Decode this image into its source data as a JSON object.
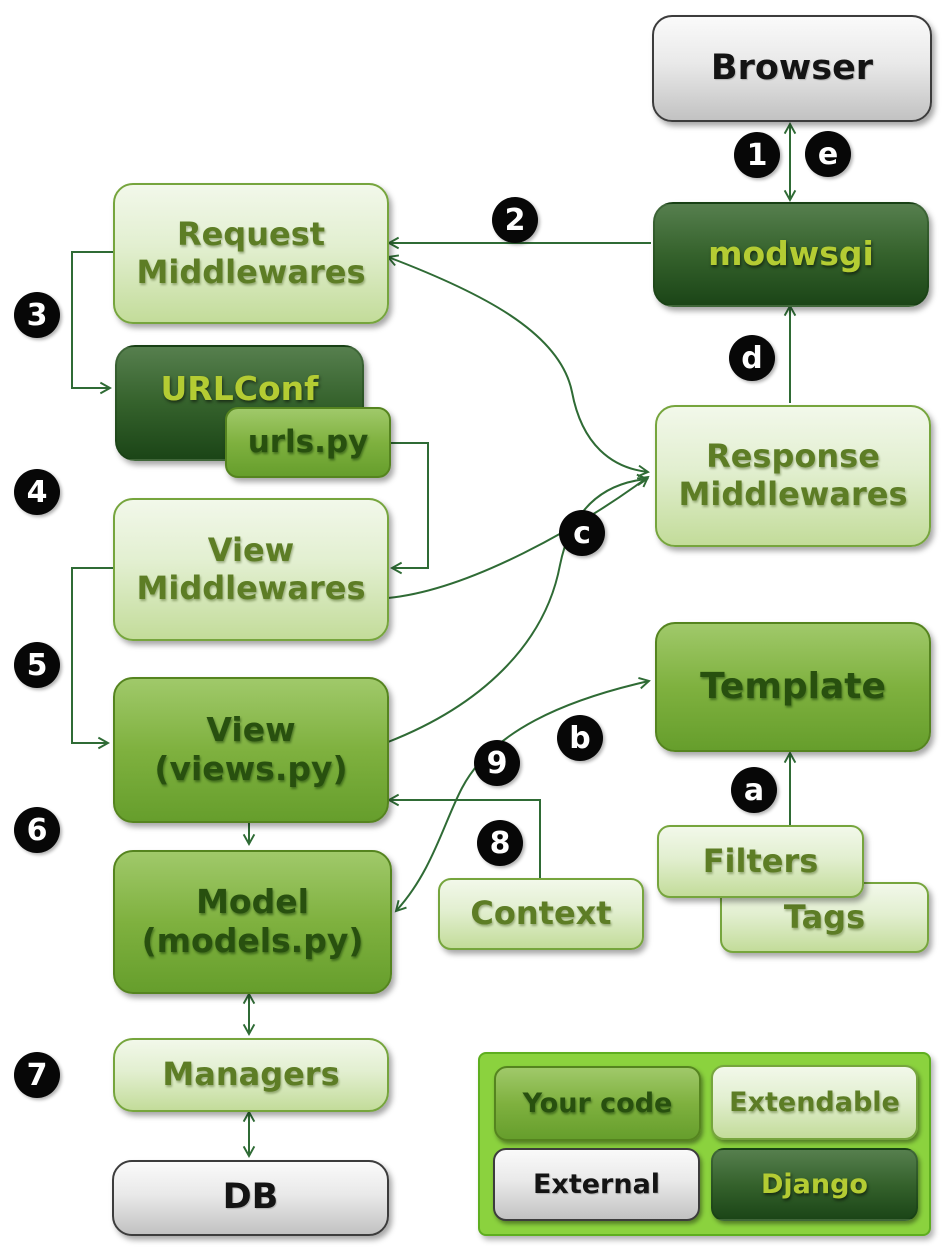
{
  "nodes": {
    "browser": "Browser",
    "modwsgi": "modwsgi",
    "request_middlewares": "Request\nMiddlewares",
    "urlconf": "URLConf",
    "urls_py": "urls.py",
    "view_middlewares": "View\nMiddlewares",
    "view": "View\n(views.py)",
    "model": "Model\n(models.py)",
    "managers": "Managers",
    "db": "DB",
    "response_middlewares": "Response\nMiddlewares",
    "template": "Template",
    "filters": "Filters",
    "tags": "Tags",
    "context": "Context"
  },
  "markers": {
    "m1": "1",
    "m2": "2",
    "m3": "3",
    "m4": "4",
    "m5": "5",
    "m6": "6",
    "m7": "7",
    "m8": "8",
    "m9": "9",
    "ma": "a",
    "mb": "b",
    "mc": "c",
    "md": "d",
    "me": "e"
  },
  "legend": {
    "items": [
      {
        "label": "Your code"
      },
      {
        "label": "Extendable"
      },
      {
        "label": "External"
      },
      {
        "label": "Django"
      }
    ]
  },
  "colors": {
    "connector": "#2f6b35",
    "marker_bg": "#070707",
    "marker_text": "#ffffff",
    "light_box": "#d9ecbf",
    "medium_box": "#7fb13f",
    "dark_box": "#2d5a26",
    "gray_box": "#d9d9d9",
    "dark_box_text": "#b4cc33",
    "legend_bg": "#8bd23e"
  }
}
